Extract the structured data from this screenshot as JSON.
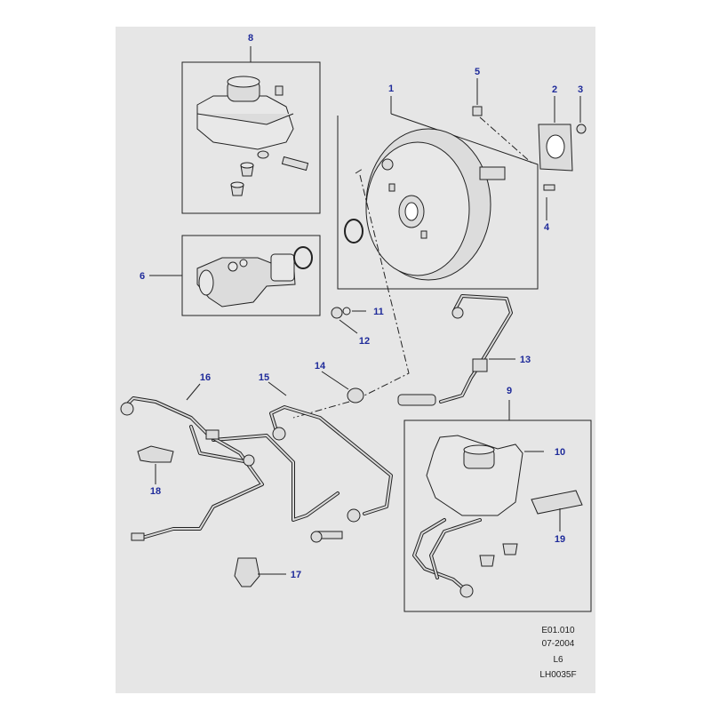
{
  "callouts": [
    "1",
    "2",
    "3",
    "4",
    "5",
    "6",
    "8",
    "9",
    "10",
    "11",
    "12",
    "13",
    "14",
    "15",
    "16",
    "17",
    "18",
    "19"
  ],
  "footer": {
    "ref": "E01.010",
    "date": "07-2004",
    "model": "L6",
    "code": "LH0035F"
  },
  "colors": {
    "callout": "#1f2b9a",
    "background": "#e6e6e6",
    "line": "#222222"
  }
}
